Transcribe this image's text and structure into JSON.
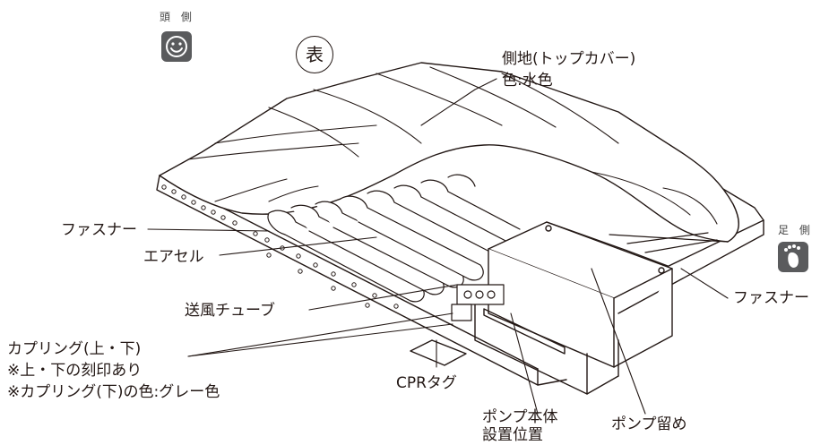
{
  "orientation": {
    "head_label": "頭 側",
    "foot_label": "足 側",
    "head_icon": "smiling-face-icon",
    "foot_icon": "footprint-icon"
  },
  "side_marker": "表",
  "labels": {
    "side_fabric_title": "側地(トップカバー)",
    "side_fabric_color": "色:水色",
    "fastener_left": "ファスナー",
    "air_cell": "エアセル",
    "air_tube": "送風チューブ",
    "fastener_right": "ファスナー",
    "coupling": "カプリング(上・下)",
    "coupling_note1": "※上・下の刻印あり",
    "coupling_note2": "※カプリング(下)の色:グレー色",
    "cpr_tag": "CPRタグ",
    "pump_position_line1": "ポンプ本体",
    "pump_position_line2": "設置位置",
    "pump_holder": "ポンプ留め"
  },
  "colors": {
    "line": "#231815",
    "icon_bg": "#5a5b5d",
    "background": "#ffffff"
  }
}
